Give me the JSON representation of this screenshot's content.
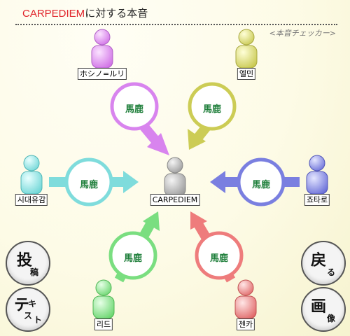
{
  "header": {
    "title_brand": "CARPEDIEM",
    "title_rest": "に対する本音",
    "subtitle": "<本音チェッカー>"
  },
  "center": {
    "name": "CARPEDIEM",
    "color": "#b8b8b8"
  },
  "nodes": [
    {
      "id": "top-left",
      "name": "ホシノ=ルリ",
      "relation": "馬鹿",
      "color": "#e38ff0"
    },
    {
      "id": "top-right",
      "name": "엘민",
      "relation": "馬鹿",
      "color": "#d9d96a"
    },
    {
      "id": "left",
      "name": "시대유감",
      "relation": "馬鹿",
      "color": "#8fe6e6"
    },
    {
      "id": "right",
      "name": "죠타로",
      "relation": "馬鹿",
      "color": "#8b8fe8"
    },
    {
      "id": "bottom-left",
      "name": "리드",
      "relation": "馬鹿",
      "color": "#8be68f"
    },
    {
      "id": "bottom-right",
      "name": "젠카",
      "relation": "馬鹿",
      "color": "#f08c8c"
    }
  ],
  "buttons": {
    "post": {
      "big": "投",
      "small": "稿"
    },
    "text": {
      "big": "テ",
      "small1": "キ",
      "small2": "ス",
      "small3": "ト"
    },
    "back": {
      "big": "戻",
      "small": "る"
    },
    "image": {
      "big": "画",
      "small": "像"
    }
  }
}
